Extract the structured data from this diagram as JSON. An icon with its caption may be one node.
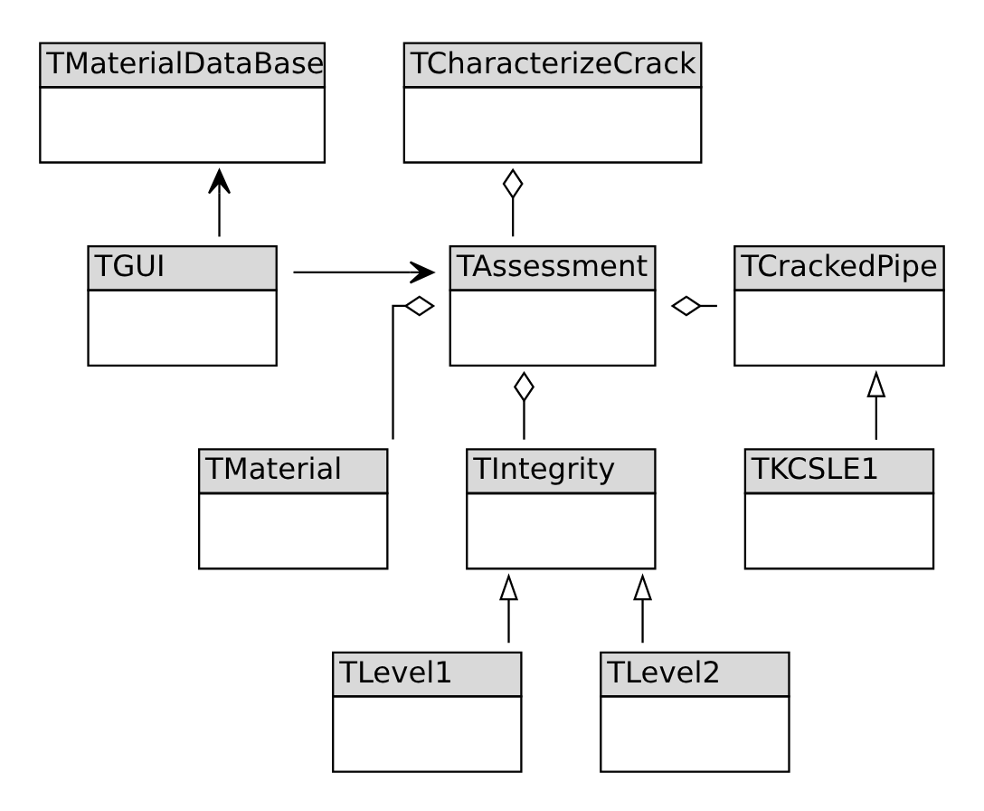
{
  "diagram": {
    "nodes": [
      {
        "text": [
          "TMaterialDataBase"
        ]
      },
      {
        "text": [
          "TCharacterizeCrack"
        ]
      },
      {
        "text": [
          "TGUI"
        ]
      },
      {
        "text": [
          "TAssessment"
        ]
      },
      {
        "text": [
          "TCrackedPipe"
        ]
      },
      {
        "text": [
          "TMaterial"
        ]
      },
      {
        "text": [
          "TIntegrity"
        ]
      },
      {
        "text": [
          "TKCSLE1"
        ]
      },
      {
        "text": [
          "TLevel1"
        ]
      },
      {
        "text": [
          "TLevel2"
        ]
      }
    ],
    "edges": [
      {
        "from": 2,
        "to": 0,
        "arrow": "to"
      },
      {
        "from": 2,
        "to": 3,
        "arrow": "to"
      },
      {
        "from": 1,
        "to": 3,
        "arrow": "other"
      },
      {
        "from": 3,
        "to": 4,
        "arrow": "other"
      },
      {
        "from": 3,
        "to": 5,
        "arrow": "other"
      },
      {
        "from": 3,
        "to": 6,
        "arrow": "other"
      },
      {
        "from": 7,
        "to": 4,
        "arrow": "to"
      },
      {
        "from": 8,
        "to": 6,
        "arrow": "to"
      },
      {
        "from": 9,
        "to": 6,
        "arrow": "to"
      }
    ]
  }
}
